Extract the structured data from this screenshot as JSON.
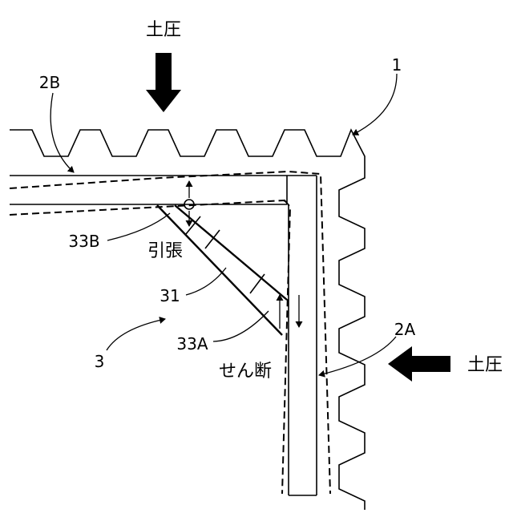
{
  "labels": {
    "earth_pressure_top": "土圧",
    "earth_pressure_right": "土圧",
    "ground_ref": "1",
    "slab_ref": "2B",
    "wall_ref": "2A",
    "brace_ref": "3",
    "brace_body_ref": "31",
    "upper_joint_ref": "33B",
    "lower_joint_ref": "33A",
    "tension": "引張",
    "shear": "せん断"
  }
}
